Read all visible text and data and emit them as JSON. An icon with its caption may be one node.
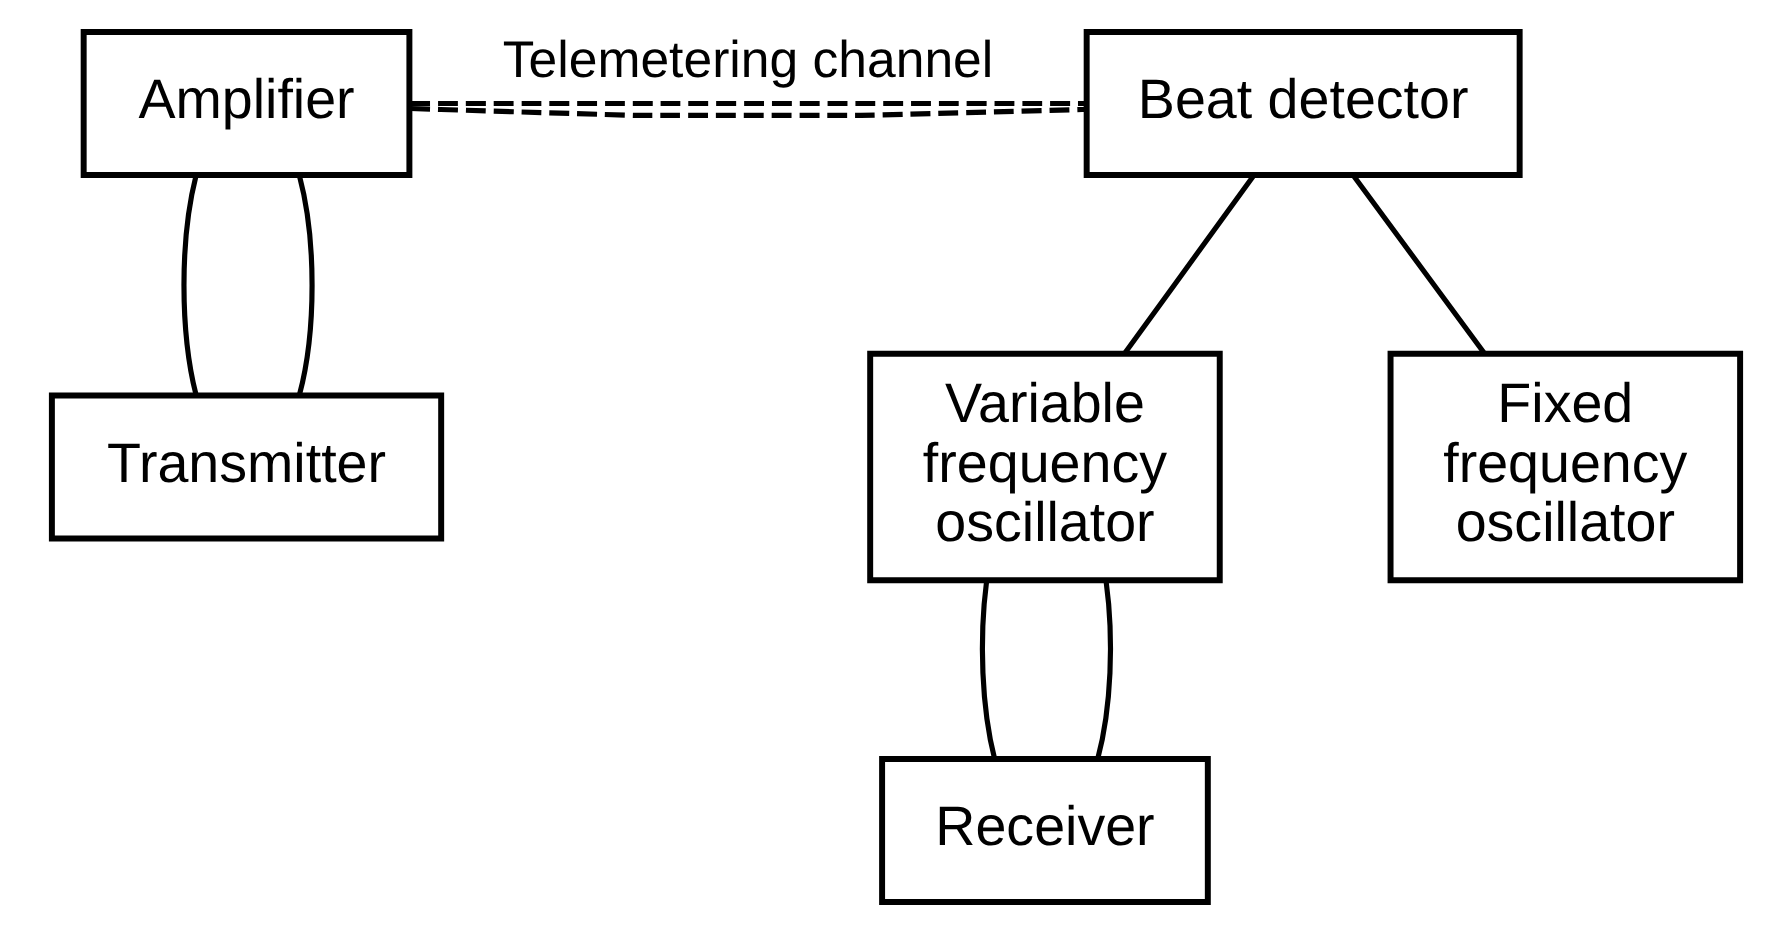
{
  "diagram": {
    "nodes": [
      {
        "text": [
          "Amplifier"
        ]
      },
      {
        "text": [
          "Transmitter"
        ]
      },
      {
        "text": [
          "Beat detector"
        ]
      },
      {
        "text": [
          "Variable frequency oscillator"
        ]
      },
      {
        "text": [
          "Fixed frequency oscillator"
        ]
      },
      {
        "text": [
          "Receiver"
        ]
      }
    ],
    "edges": [
      {
        "from": 0,
        "to": 2,
        "arrow": "none",
        "style": "dashed"
      },
      {
        "from": 0,
        "to": 2,
        "arrow": "none",
        "style": "dashed",
        "label": "Telemetering channel"
      },
      {
        "from": 0,
        "to": 1,
        "arrow": "none"
      },
      {
        "from": 0,
        "to": 1,
        "arrow": "none"
      },
      {
        "from": 2,
        "to": 3,
        "arrow": "none"
      },
      {
        "from": 2,
        "to": 4,
        "arrow": "none"
      },
      {
        "from": 3,
        "to": 5,
        "arrow": "none"
      },
      {
        "from": 3,
        "to": 5,
        "arrow": "none"
      }
    ]
  }
}
